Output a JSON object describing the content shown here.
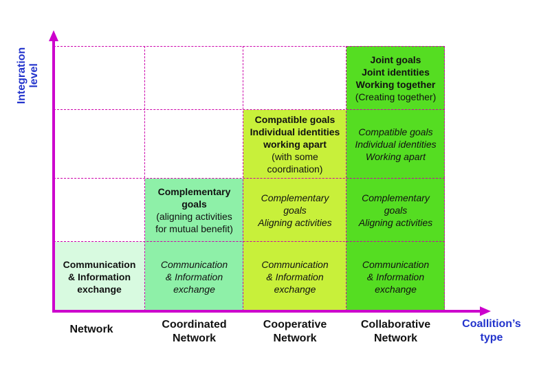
{
  "axes": {
    "y_label_line1": "Integration",
    "y_label_line2": "level",
    "x_label_line1": "Coallition’s",
    "x_label_line2": "type"
  },
  "columns": [
    {
      "line1": "Network",
      "line2": ""
    },
    {
      "line1": "Coordinated",
      "line2": "Network"
    },
    {
      "line1": "Cooperative",
      "line2": "Network"
    },
    {
      "line1": "Collaborative",
      "line2": "Network"
    }
  ],
  "cells": {
    "network_comm": {
      "l1": "Communication",
      "l2": "& Information",
      "l3": "exchange"
    },
    "coordinated_comm": {
      "l1": "Communication",
      "l2": "& Information",
      "l3": "exchange"
    },
    "coordinated_goals": {
      "l1": "Complementary",
      "l2": "goals",
      "l3": "(aligning activities",
      "l4": "for mutual benefit)"
    },
    "cooperative_comm": {
      "l1": "Communication",
      "l2": "& Information",
      "l3": "exchange"
    },
    "cooperative_complementary": {
      "l1": "Complementary",
      "l2": "goals",
      "l3": "Aligning activities"
    },
    "cooperative_goals": {
      "l1": "Compatible goals",
      "l2": "Individual identities",
      "l3": "working apart",
      "l4": "(with some",
      "l5": "coordination)"
    },
    "collaborative_comm": {
      "l1": "Communication",
      "l2": "& Information",
      "l3": "exchange"
    },
    "collaborative_complementary": {
      "l1": "Complementary",
      "l2": "goals",
      "l3": "Aligning activities"
    },
    "collaborative_compatible": {
      "l1": "Compatible goals",
      "l2": "Individual identities",
      "l3": "Working apart"
    },
    "collaborative_goals": {
      "l1": "Joint goals",
      "l2": "Joint identities",
      "l3": "Working together",
      "l4": "(Creating together)"
    }
  },
  "colors": {
    "axis": "#cc00cc",
    "grid": "#cc00aa",
    "axis_title": "#2233cc",
    "network": "#d8fae0",
    "coordinated": "#8ef0a8",
    "cooperative": "#c8f03a",
    "collaborative": "#55dd22"
  }
}
